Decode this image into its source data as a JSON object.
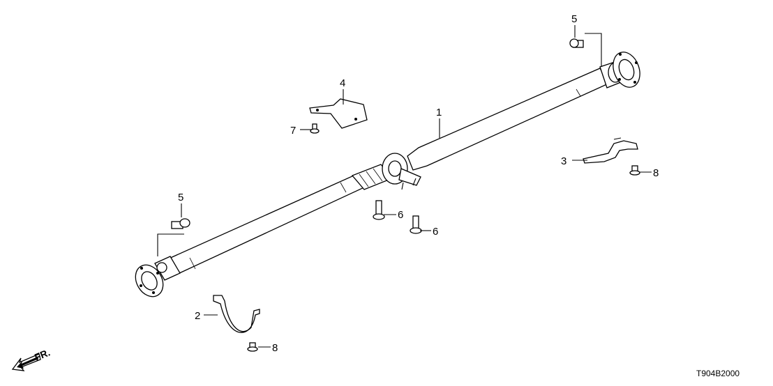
{
  "diagram": {
    "parts": [
      {
        "id": "1",
        "label": "1",
        "name": "propeller-shaft"
      },
      {
        "id": "2",
        "label": "2",
        "name": "rear-strap-bracket"
      },
      {
        "id": "3",
        "label": "3",
        "name": "side-bracket"
      },
      {
        "id": "4",
        "label": "4",
        "name": "heat-shield"
      },
      {
        "id": "5a",
        "label": "5",
        "name": "front-flange-bolt"
      },
      {
        "id": "5b",
        "label": "5",
        "name": "rear-flange-bolt"
      },
      {
        "id": "6a",
        "label": "6",
        "name": "center-bearing-bolt-1"
      },
      {
        "id": "6b",
        "label": "6",
        "name": "center-bearing-bolt-2"
      },
      {
        "id": "7",
        "label": "7",
        "name": "shield-nut"
      },
      {
        "id": "8a",
        "label": "8",
        "name": "strap-nut"
      },
      {
        "id": "8b",
        "label": "8",
        "name": "bracket-nut"
      }
    ],
    "direction_label": "FR.",
    "code": "T904B2000"
  }
}
